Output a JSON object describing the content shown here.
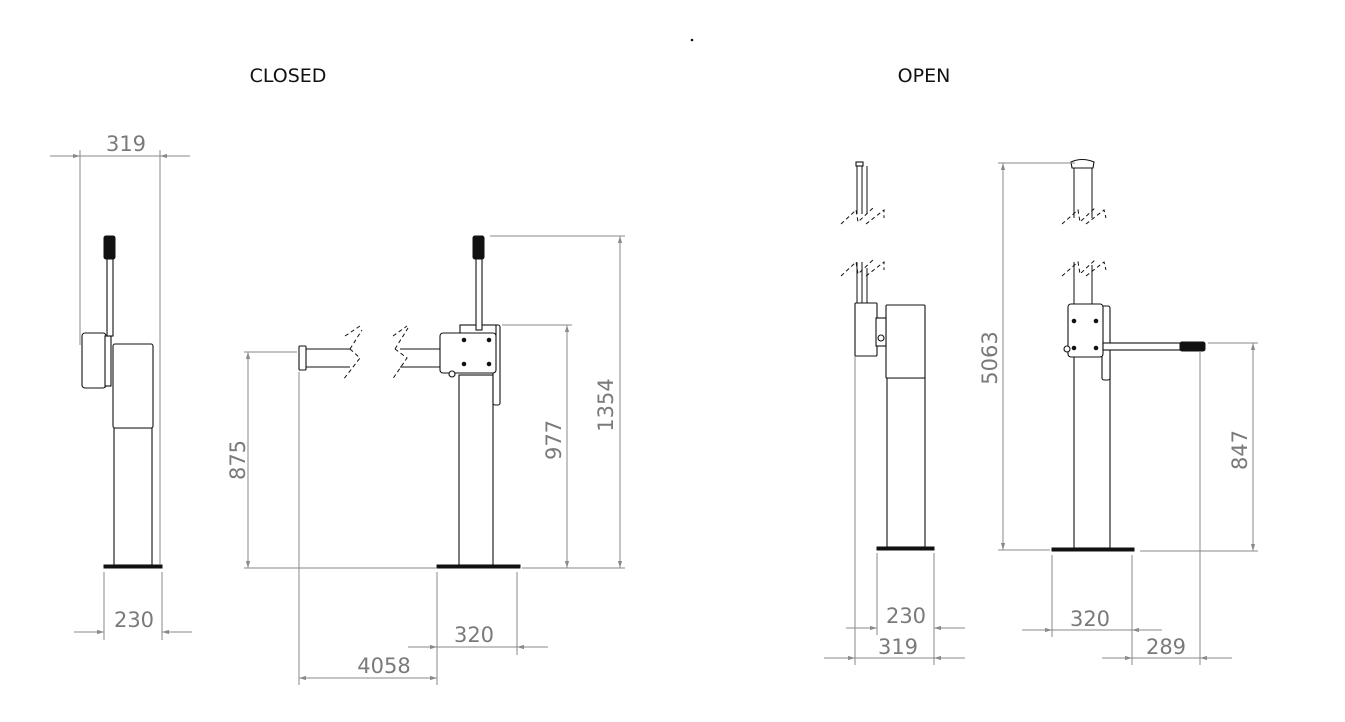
{
  "views": {
    "closed": {
      "title": "CLOSED",
      "dimensions": {
        "side_width_top": "319",
        "side_base_width": "230",
        "boom_height": "875",
        "housing_height": "977",
        "handle_height": "1354",
        "base_width": "320",
        "boom_reach": "4058"
      }
    },
    "open": {
      "title": "OPEN",
      "dimensions": {
        "side_base_width": "230",
        "side_width_total": "319",
        "boom_height": "5063",
        "handle_height": "847",
        "base_width": "320",
        "handle_offset": "289"
      }
    }
  },
  "colors": {
    "lines": "#111111",
    "dimensions": "#7a7a7a"
  }
}
